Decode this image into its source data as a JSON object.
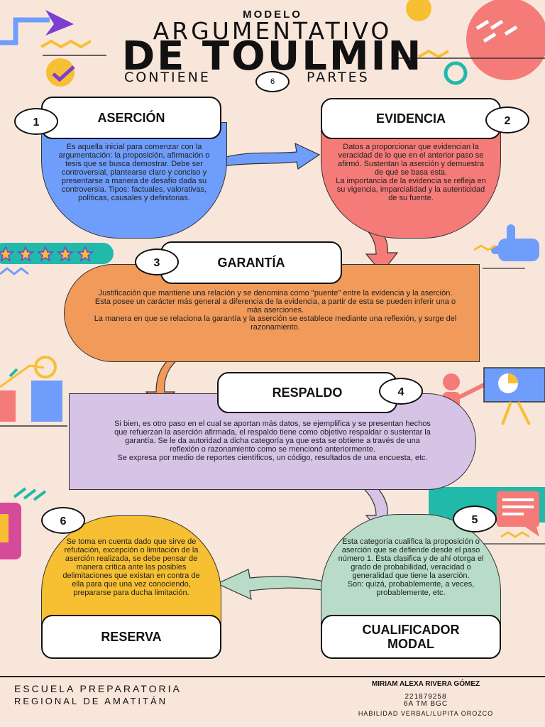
{
  "header": {
    "modelo": "MODELO",
    "argumentativo": "ARGUMENTATIVO",
    "main": "DE TOULMIN",
    "contiene": "CONTIENE",
    "count": "6",
    "partes": "PARTES"
  },
  "parts": {
    "asercion": {
      "number": "1",
      "title": "ASERCIÓN",
      "text": "Es aquella inicial para comenzar con la argumentación: la proposición, afirmación o tesis que se busca demostrar. Debe ser controversial, plantearse claro y conciso y presentarse a manera de desafío dada su controversia. Tipos: factuales, valorativas, políticas, causales y definitorias."
    },
    "evidencia": {
      "number": "2",
      "title": "EVIDENCIA",
      "text1": "Datos a proporcionar que evidencian la veracidad de lo que en el anterior paso se afirmó. Sustentan la aserción y demuestra de qué se basa esta.",
      "text2": "La importancia de la evidencia se refleja en su vigencia, imparcialidad y la autenticidad de su fuente."
    },
    "garantia": {
      "number": "3",
      "title": "GARANTÍA",
      "text1": "Justificación que mantiene una relación y se denomina como \"puente\" entre la evidencia y la aserción. Esta posee un carácter más general a diferencia de la evidencia, a partir de esta se pueden inferir una o más aserciones.",
      "text2": "La manera en que se relaciona la garantía y la aserción se establece mediante una reflexión, y surge del razonamiento."
    },
    "respaldo": {
      "number": "4",
      "title": "RESPALDO",
      "text1": "Si bien, es otro paso en el cual se aportan más datos, se ejemplifica y se presentan hechos que refuerzan la aserción afirmada, el respaldo tiene como objetivo respaldar o sustentar la garantía. Se le da autoridad a dicha categoría ya que esta se obtiene a través de una reflexión o razonamiento como se mencionó anteriormente.",
      "text2": "Se expresa por medio de reportes científicos, un código, resultados de una encuesta, etc."
    },
    "cualificador": {
      "number": "5",
      "title": "CUALIFICADOR MODAL",
      "text1": "Esta categoría cualifica la proposición o aserción que se defiende desde el paso número 1. Esta clasifica y de ahí otorga el grado de probabilidad, veracidad o generalidad que tiene la aserción.",
      "text2": "Son: quizá, probablemente, a veces, probablemente, etc."
    },
    "reserva": {
      "number": "6",
      "title": "RESERVA",
      "text": "Se toma en cuenta dado que sirve de refutación, excepción o limitación de la aserción realizada, se debe pensar de manera crítica ante las posibles delimitaciones que existan en contra de ella para que una vez conociendo, prepararse para ducha limitación."
    }
  },
  "footer": {
    "school1": "ESCUELA PREPARATORIA",
    "school2": "REGIONAL DE AMATITÁN",
    "name": "MIRIAM ALEXA RIVERA GÓMEZ",
    "id": "221879258",
    "group": "6A TM BGC",
    "subject": "HABILIDAD VERBAL/LUPITA OROZCO"
  },
  "colors": {
    "background": "#f9e6db",
    "blue": "#6f9dfb",
    "red": "#f47b78",
    "orange": "#f19a5a",
    "lavender": "#d6c3e6",
    "mint": "#b8dcc8",
    "yellow": "#f7bf32",
    "teal": "#21b9a9"
  }
}
